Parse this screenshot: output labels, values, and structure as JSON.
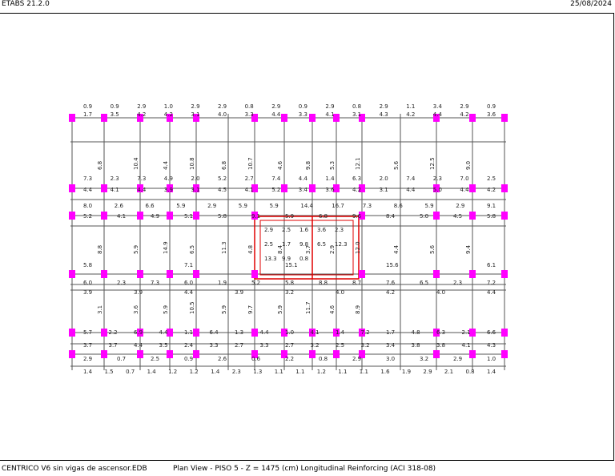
{
  "header": {
    "app_version": "ETABS 21.2.0",
    "date": "25/08/2024"
  },
  "footer": {
    "file_name": "CENTRICO V6 sin vigas de ascensor.EDB",
    "view_description": "Plan View - PISO 5 - Z = 1475 (cm)  Longitudinal Reinforcing  (ACI 318-08)"
  },
  "colors": {
    "beam": "#555555",
    "column": "#ff00ff",
    "core_wall": "#e00000"
  },
  "plan": {
    "row_labels": [
      [
        "0.9",
        "0.9",
        "2.9",
        "1.0",
        "2.9",
        "2.9",
        "0.8",
        "2.9",
        "0.9",
        "2.9",
        "0.8",
        "2.9",
        "1.1",
        "3.4",
        "2.9",
        "0.9"
      ],
      [
        "1.7",
        "3.5",
        "4.2",
        "4.2",
        "3.1",
        "4.0",
        "3.3",
        "4.4",
        "3.3",
        "4.1",
        "3.1",
        "4.3",
        "4.2",
        "4.4",
        "4.2",
        "3.6"
      ],
      [
        "7.3",
        "2.3",
        "7.3",
        "4.9",
        "2.0",
        "5.2",
        "2.7",
        "7.4",
        "4.4",
        "1.4",
        "6.3",
        "2.0",
        "7.4",
        "2.3",
        "7.0",
        "2.5"
      ],
      [
        "4.4",
        "4.1",
        "4.4",
        "3.9",
        "3.1",
        "4.5",
        "4.1",
        "5.2",
        "3.4",
        "3.6",
        "4.2",
        "3.1",
        "4.4",
        "5.0",
        "4.4",
        "4.2"
      ],
      [
        "8.0",
        "2.6",
        "6.6",
        "5.9",
        "2.9",
        "5.9",
        "5.9",
        "14.4",
        "16.7",
        "7.3",
        "8.6",
        "5.9",
        "2.9",
        "9.1"
      ],
      [
        "5.2",
        "4.1",
        "4.9",
        "5.1",
        "5.8",
        "9.1",
        "5.9",
        "6.8",
        "9.6",
        "8.4",
        "5.0",
        "4.5",
        "5.8"
      ],
      [
        "5.8",
        "7.1",
        "15.1",
        "15.6",
        "6.1"
      ],
      [
        "6.0",
        "2.3",
        "7.3",
        "6.0",
        "1.9",
        "5.2",
        "5.8",
        "8.8",
        "8.7",
        "7.6",
        "6.5",
        "2.3",
        "7.2"
      ],
      [
        "3.9",
        "3.9",
        "4.4",
        "3.9",
        "3.2",
        "4.0",
        "4.2",
        "4.0",
        "4.4"
      ],
      [
        "5.7",
        "2.2",
        "6.9",
        "4.4",
        "1.1",
        "6.4",
        "1.3",
        "4.4",
        "1.0",
        "4.1",
        "1.4",
        "7.2",
        "1.7",
        "4.8",
        "6.3",
        "2.1",
        "6.6"
      ],
      [
        "3.7",
        "3.7",
        "4.4",
        "3.5",
        "2.4",
        "3.3",
        "2.7",
        "3.3",
        "2.7",
        "3.2",
        "2.5",
        "3.2",
        "3.4",
        "3.8",
        "3.8",
        "4.1",
        "4.3"
      ],
      [
        "2.9",
        "0.7",
        "2.5",
        "0.9",
        "2.6",
        "0.6",
        "2.2",
        "0.8",
        "2.9",
        "3.0",
        "3.2",
        "2.9",
        "1.0"
      ],
      [
        "1.4",
        "1.5",
        "0.7",
        "1.4",
        "1.2",
        "1.2",
        "1.4",
        "2.3",
        "1.3",
        "1.1",
        "1.1",
        "1.2",
        "1.1",
        "1.1",
        "1.6",
        "1.9",
        "2.9",
        "2.1",
        "0.8",
        "1.4"
      ]
    ],
    "vertical_labels": [
      "6.8",
      "10.4",
      "4.4",
      "10.8",
      "6.8",
      "10.7",
      "4.6",
      "9.8",
      "5.3",
      "12.1",
      "5.6",
      "12.5",
      "9.0",
      "8.8",
      "5.9",
      "14.9",
      "6.5",
      "11.3",
      "4.8",
      "8.4",
      "3.7",
      "2.9",
      "12.0",
      "4.4",
      "5.6",
      "9.4",
      "3.1",
      "3.6",
      "5.9",
      "10.5",
      "5.9",
      "9.7",
      "5.9",
      "11.7",
      "4.6",
      "8.9"
    ],
    "core_labels": [
      "2.9",
      "2.5",
      "1.6",
      "3.6",
      "2.3",
      "2.5",
      "1.7",
      "9.8",
      "6.5",
      "12.3",
      "13.3",
      "9.9",
      "0.8"
    ]
  }
}
